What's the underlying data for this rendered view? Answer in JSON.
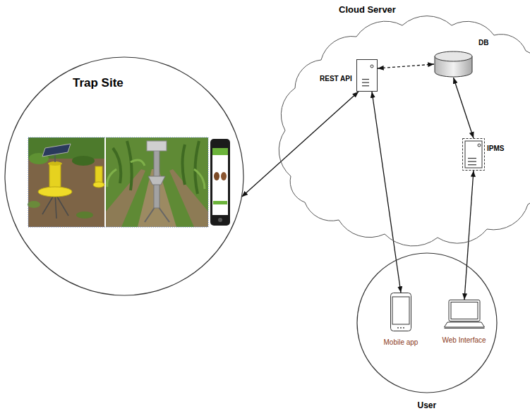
{
  "diagram": {
    "nodes": [
      {
        "text": [
          "Cloud Server"
        ]
      },
      {
        "text": [
          "REST API"
        ],
        "in": 0
      },
      {
        "text": [
          "DB"
        ],
        "in": 0
      },
      {
        "text": [
          "IPMS"
        ],
        "in": 0
      },
      {
        "text": [
          "Trap Site"
        ]
      },
      {
        "text": [
          "User"
        ]
      },
      {
        "text": [
          "Mobile app"
        ],
        "in": 5
      },
      {
        "text": [
          "Web Interface"
        ],
        "in": 5
      }
    ],
    "edges": [
      {
        "from": 4,
        "to": 1,
        "arrow": "both"
      },
      {
        "from": 1,
        "to": 2,
        "arrow": "both"
      },
      {
        "from": 2,
        "to": 3,
        "arrow": "both"
      },
      {
        "from": 1,
        "to": 6,
        "arrow": "both"
      },
      {
        "from": 3,
        "to": 7,
        "arrow": "both"
      }
    ]
  }
}
